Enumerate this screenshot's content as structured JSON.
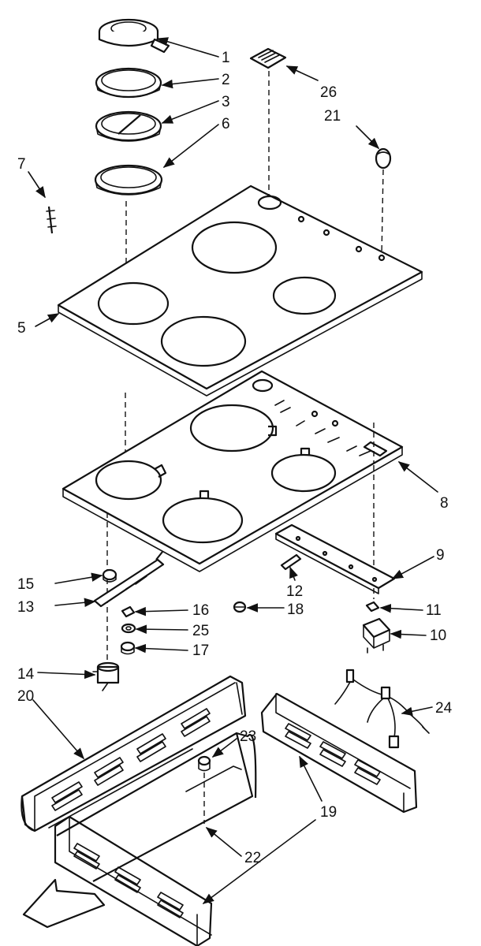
{
  "part_labels": [
    "1",
    "2",
    "3",
    "6",
    "7",
    "26",
    "21",
    "5",
    "8",
    "9",
    "12",
    "15",
    "13",
    "16",
    "18",
    "11",
    "25",
    "10",
    "17",
    "14",
    "20",
    "23",
    "24",
    "22",
    "19"
  ],
  "colors": {
    "ink": "#111111",
    "paper": "#ffffff"
  }
}
